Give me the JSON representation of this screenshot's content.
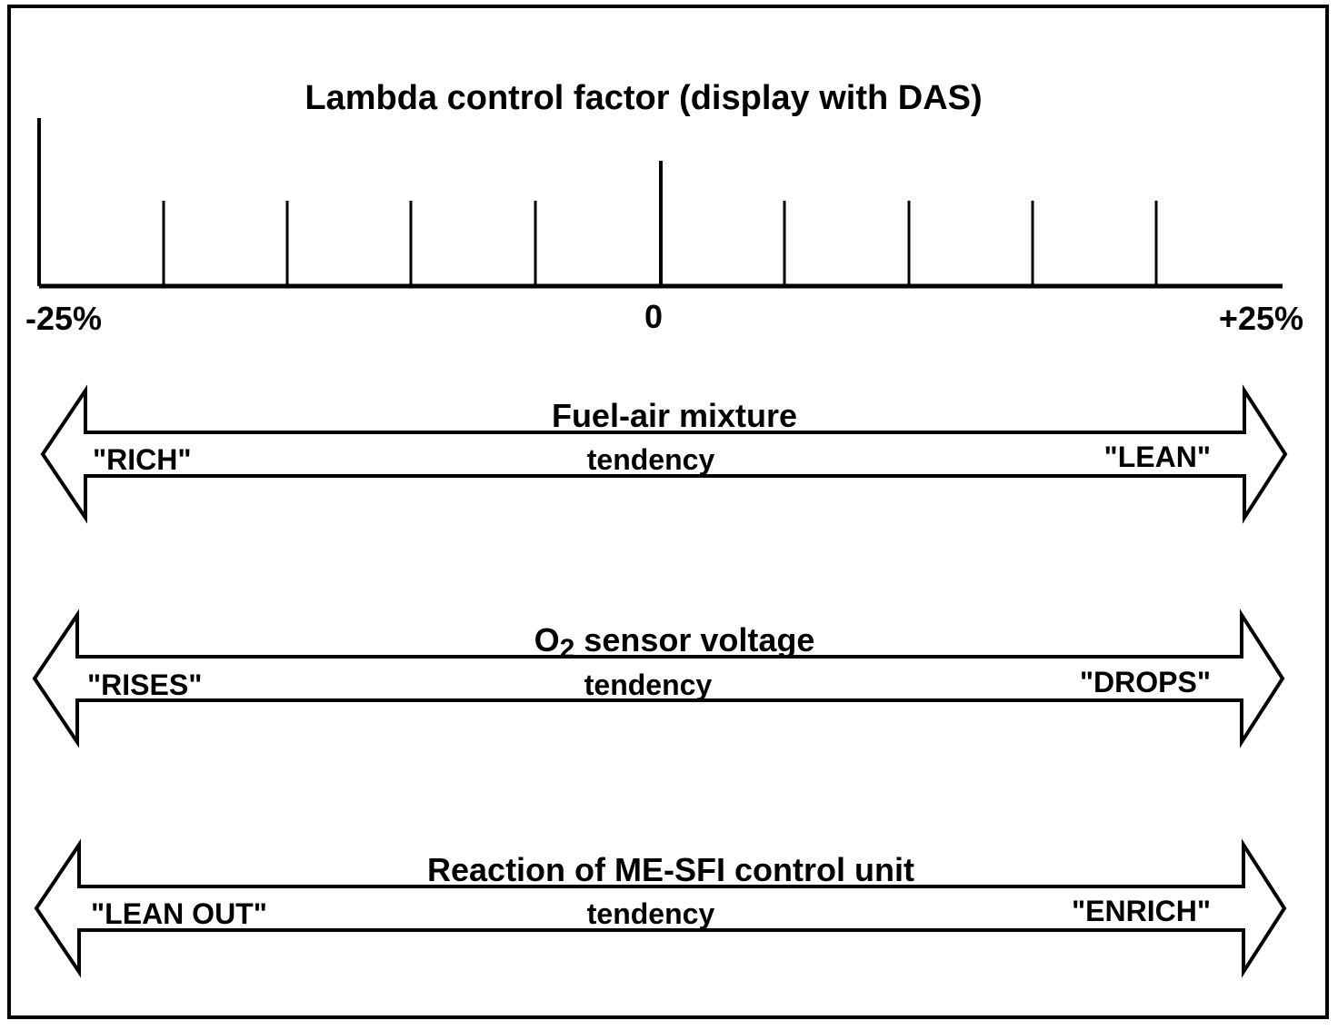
{
  "figure": {
    "colors": {
      "ink": "#000000",
      "background": "#ffffff"
    },
    "title": "Lambda control factor (display with DAS)",
    "scale": {
      "left_label": "-25%",
      "center_label": "0",
      "right_label": "+25%"
    },
    "arrows": [
      {
        "title": "Fuel-air mixture",
        "left": "\"RICH\"",
        "center": "tendency",
        "right": "\"LEAN\""
      },
      {
        "title_prefix": "O",
        "title_sub": "2",
        "title_rest": "sensor voltage",
        "left": "\"RISES\"",
        "center": "tendency",
        "right": "\"DROPS\""
      },
      {
        "title": "Reaction of ME-SFI control unit",
        "left": "\"LEAN OUT\"",
        "center": "tendency",
        "right": "\"ENRICH\""
      }
    ]
  }
}
